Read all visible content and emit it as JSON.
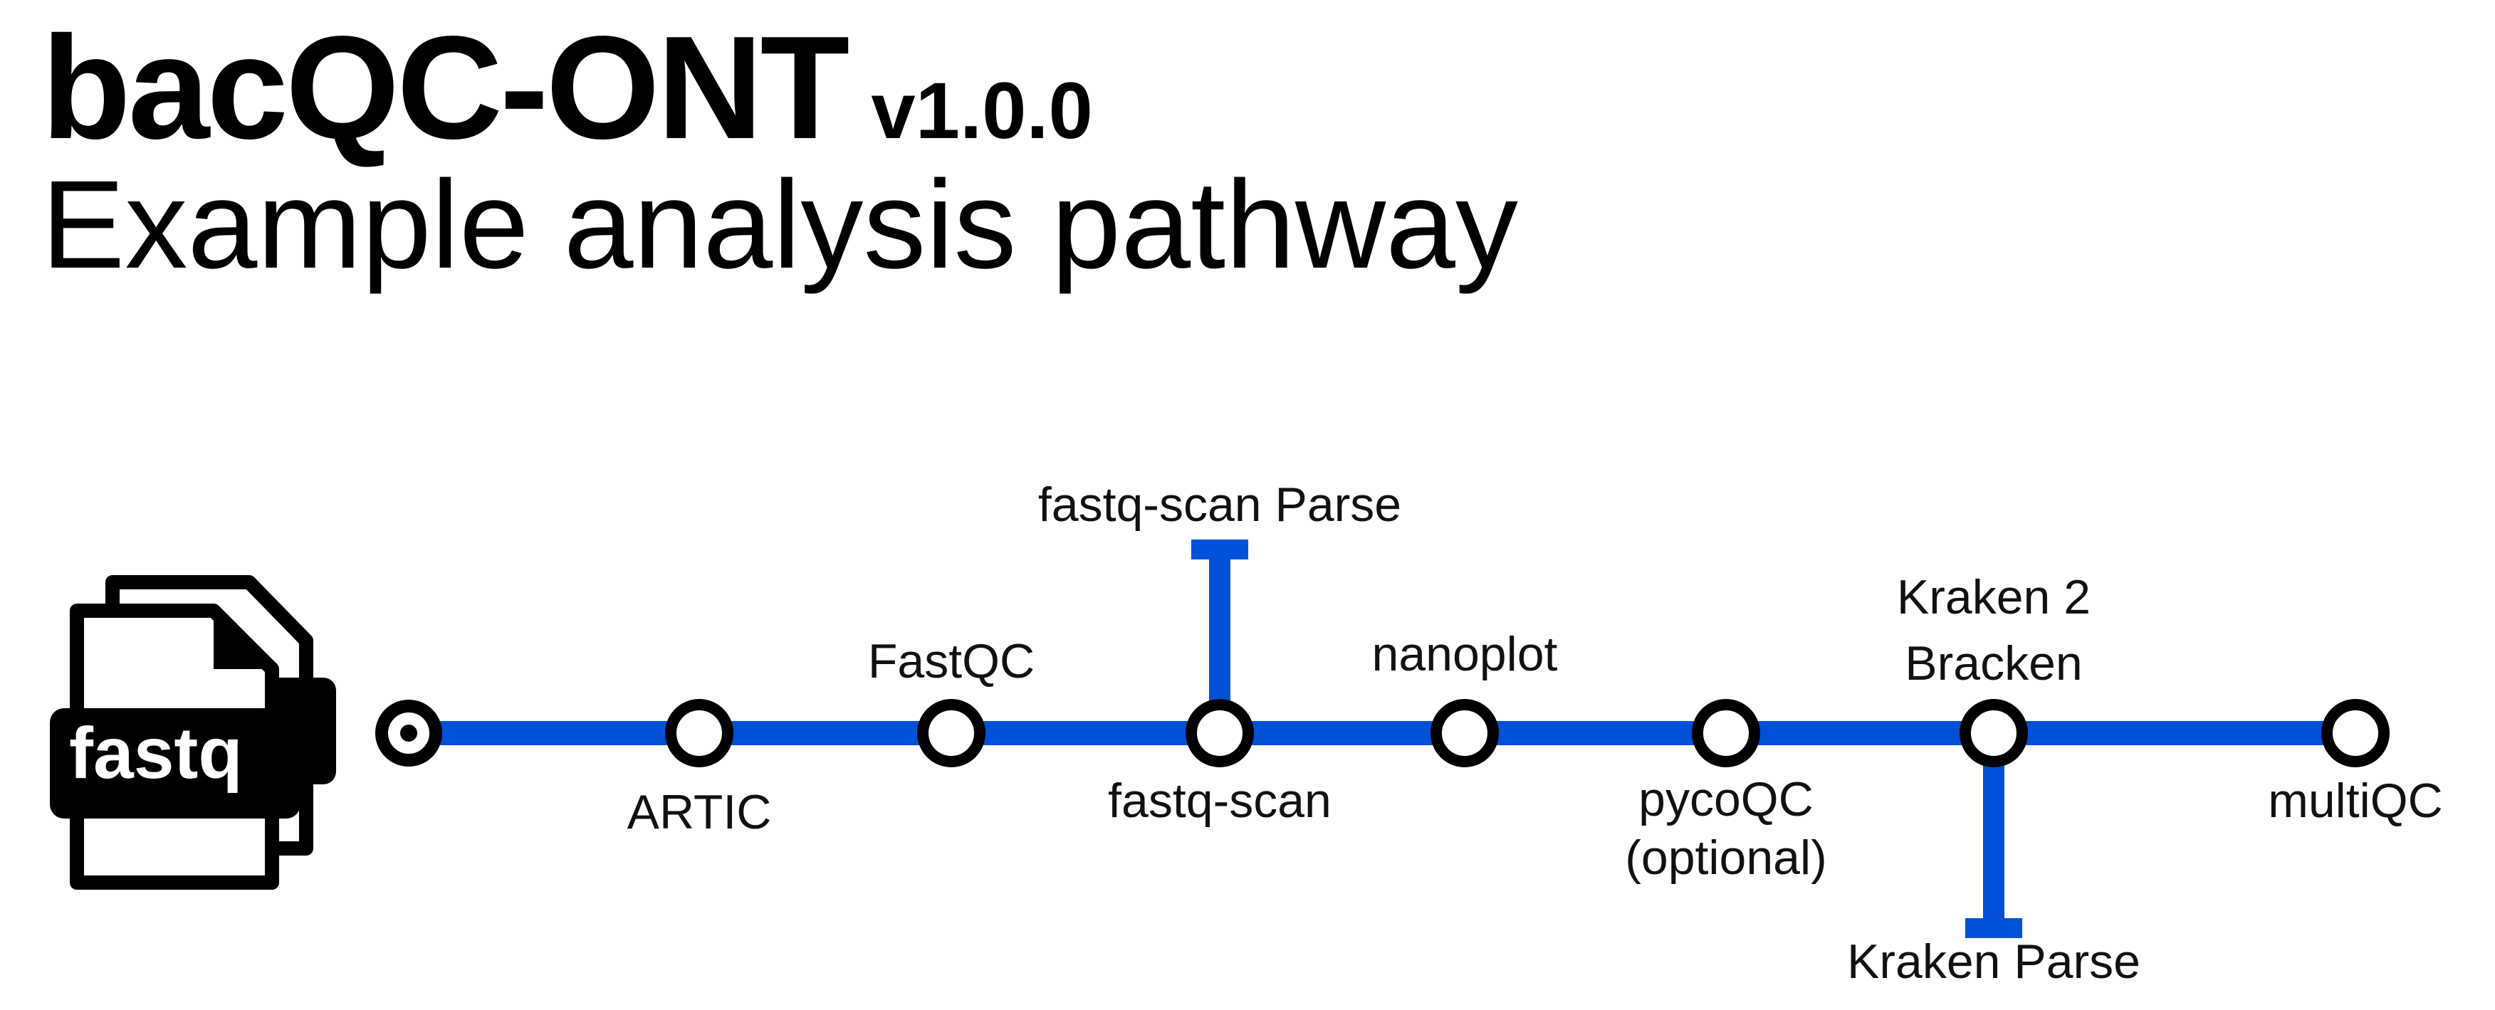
{
  "header": {
    "app_name": "bacQC-ONT",
    "version": "v1.0.0",
    "subtitle": "Example analysis pathway"
  },
  "colors": {
    "track": "#0050d8",
    "node_stroke": "#000000",
    "node_fill": "#ffffff",
    "icon": "#000000"
  },
  "input": {
    "icon": "file-stack-icon",
    "label": "fastq"
  },
  "pathway": {
    "steps": [
      {
        "id": "artic",
        "lines": [
          "ARTIC"
        ]
      },
      {
        "id": "fastqc",
        "lines": [
          "FastQC"
        ]
      },
      {
        "id": "fastq-scan",
        "lines": [
          "fastq-scan"
        ]
      },
      {
        "id": "nanoplot",
        "lines": [
          "nanoplot"
        ]
      },
      {
        "id": "pycoqc",
        "lines": [
          "pycoQC",
          "(optional)"
        ]
      },
      {
        "id": "kraken2-bracken",
        "lines": [
          "Kraken 2",
          "Bracken"
        ]
      },
      {
        "id": "multiqc",
        "lines": [
          "multiQC"
        ]
      }
    ],
    "branches": [
      {
        "id": "fastq-scan-parse",
        "from": "fastq-scan",
        "direction": "up",
        "lines": [
          "fastq-scan Parse"
        ]
      },
      {
        "id": "kraken-parse",
        "from": "kraken2-bracken",
        "direction": "down",
        "lines": [
          "Kraken Parse"
        ]
      }
    ]
  }
}
